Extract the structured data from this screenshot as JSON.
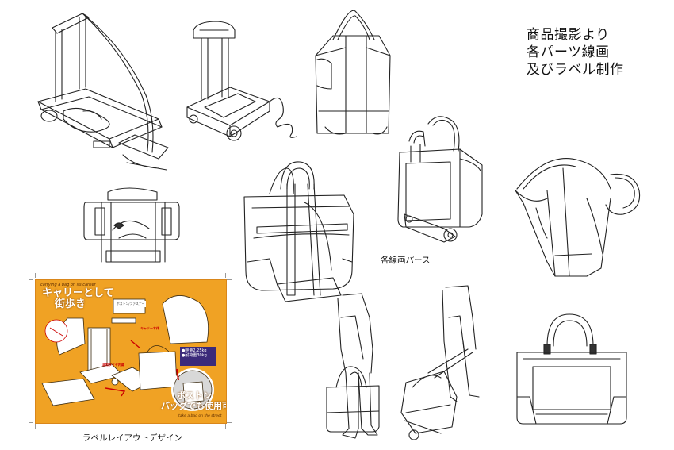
{
  "heading": {
    "line1": "商品撮影より",
    "line2": "各パーツ線画",
    "line3": "及びラベル制作"
  },
  "captions": {
    "perspective": "各線画パース",
    "label_layout": "ラベルレイアウトデザイン"
  },
  "label_card": {
    "top_text": "carrying a bag on its carrier",
    "title_line1": "キャリーとして",
    "title_line2": "街歩き",
    "boston_line1": "ボストン",
    "boston_line2": "バッグでも使用可",
    "footer_text": "take a bag on the street",
    "badge_line1": "●軽量2.25kg",
    "badge_line2": "●耐荷重30kg",
    "caption_note": "ボストン/ファスナー",
    "red_notes": [
      "湯和タイヤ内蔵",
      "キャリー本体"
    ]
  },
  "colors": {
    "label_background": "#f0a224",
    "badge": "#3b2a7a",
    "line_art": "#222222"
  }
}
